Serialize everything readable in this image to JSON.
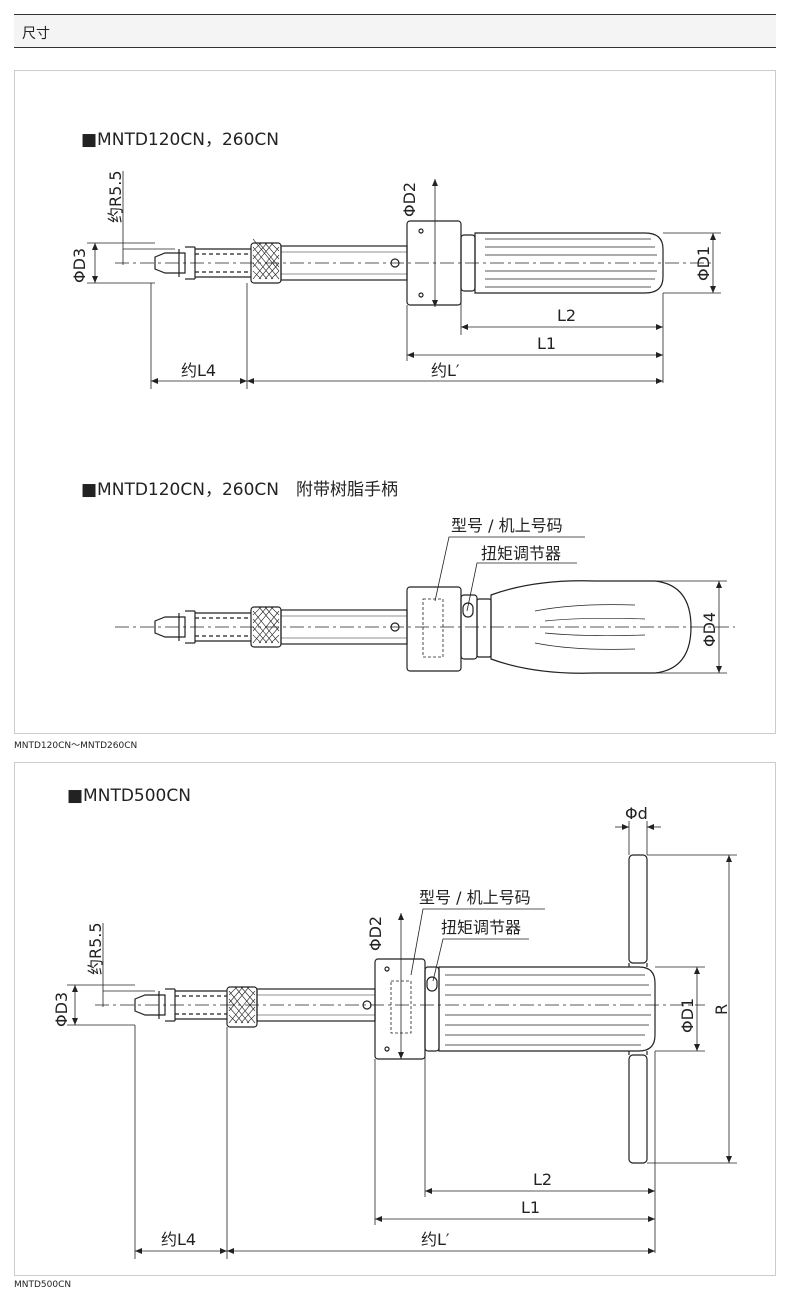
{
  "header": {
    "title": "尺寸"
  },
  "panel1": {
    "title_a": "■MNTD120CN，260CN",
    "title_b": "■MNTD120CN，260CN　附带树脂手柄",
    "labels": {
      "d2": "ΦD2",
      "r55": "约R5.5",
      "d3": "ΦD3",
      "d1": "ΦD1",
      "l2": "L2",
      "l1": "L1",
      "l4": "约L4",
      "lp": "约L′",
      "model": "型号 / 机上号码",
      "torque": "扭矩调节器",
      "d4": "ΦD4"
    },
    "caption": "MNTD120CN～MNTD260CN"
  },
  "panel2": {
    "title": "■MNTD500CN",
    "labels": {
      "dd": "Φd",
      "model": "型号 / 机上号码",
      "torque": "扭矩调节器",
      "d2": "ΦD2",
      "r55": "约R5.5",
      "d3": "ΦD3",
      "d1": "ΦD1",
      "r": "R",
      "l2": "L2",
      "l1": "L1",
      "l4": "约L4",
      "lp": "约L′"
    },
    "caption": "MNTD500CN"
  }
}
